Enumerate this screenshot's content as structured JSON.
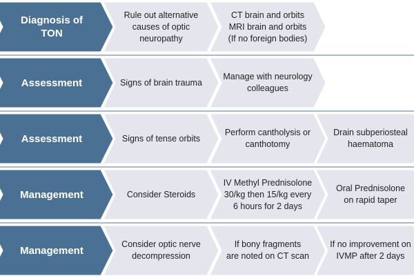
{
  "colors": {
    "header_fill": "#4a7193",
    "step_fill": "#e5e5ee",
    "border": "#aab8c7"
  },
  "rows": [
    {
      "header": [
        "Diagnosis of",
        "TON"
      ],
      "steps": [
        [
          "Rule out alternative",
          "causes of optic neuropathy"
        ],
        [
          "CT brain and orbits",
          "MRI brain and orbits",
          "(If no foreign bodies)"
        ]
      ]
    },
    {
      "header": [
        "Assessment"
      ],
      "steps": [
        [
          "Signs of brain trauma"
        ],
        [
          "Manage with neurology",
          "colleagues"
        ]
      ]
    },
    {
      "header": [
        "Assessment"
      ],
      "steps": [
        [
          "Signs of tense orbits"
        ],
        [
          "Perform cantholysis or",
          "canthotomy"
        ],
        [
          "Drain subperiosteal",
          "haematoma"
        ]
      ]
    },
    {
      "header": [
        "Management"
      ],
      "steps": [
        [
          "Consider Steroids"
        ],
        [
          "IV Methyl Prednisolone",
          "30/kg then 15/kg every",
          "6 hours for 2 days"
        ],
        [
          "Oral Prednisolone",
          "on rapid taper"
        ]
      ]
    },
    {
      "header": [
        "Management"
      ],
      "steps": [
        [
          "Consider optic nerve",
          "decompression"
        ],
        [
          "If bony fragments",
          "are noted on CT scan"
        ],
        [
          "If no improvement on",
          "IVMP after 2 days"
        ]
      ]
    }
  ]
}
